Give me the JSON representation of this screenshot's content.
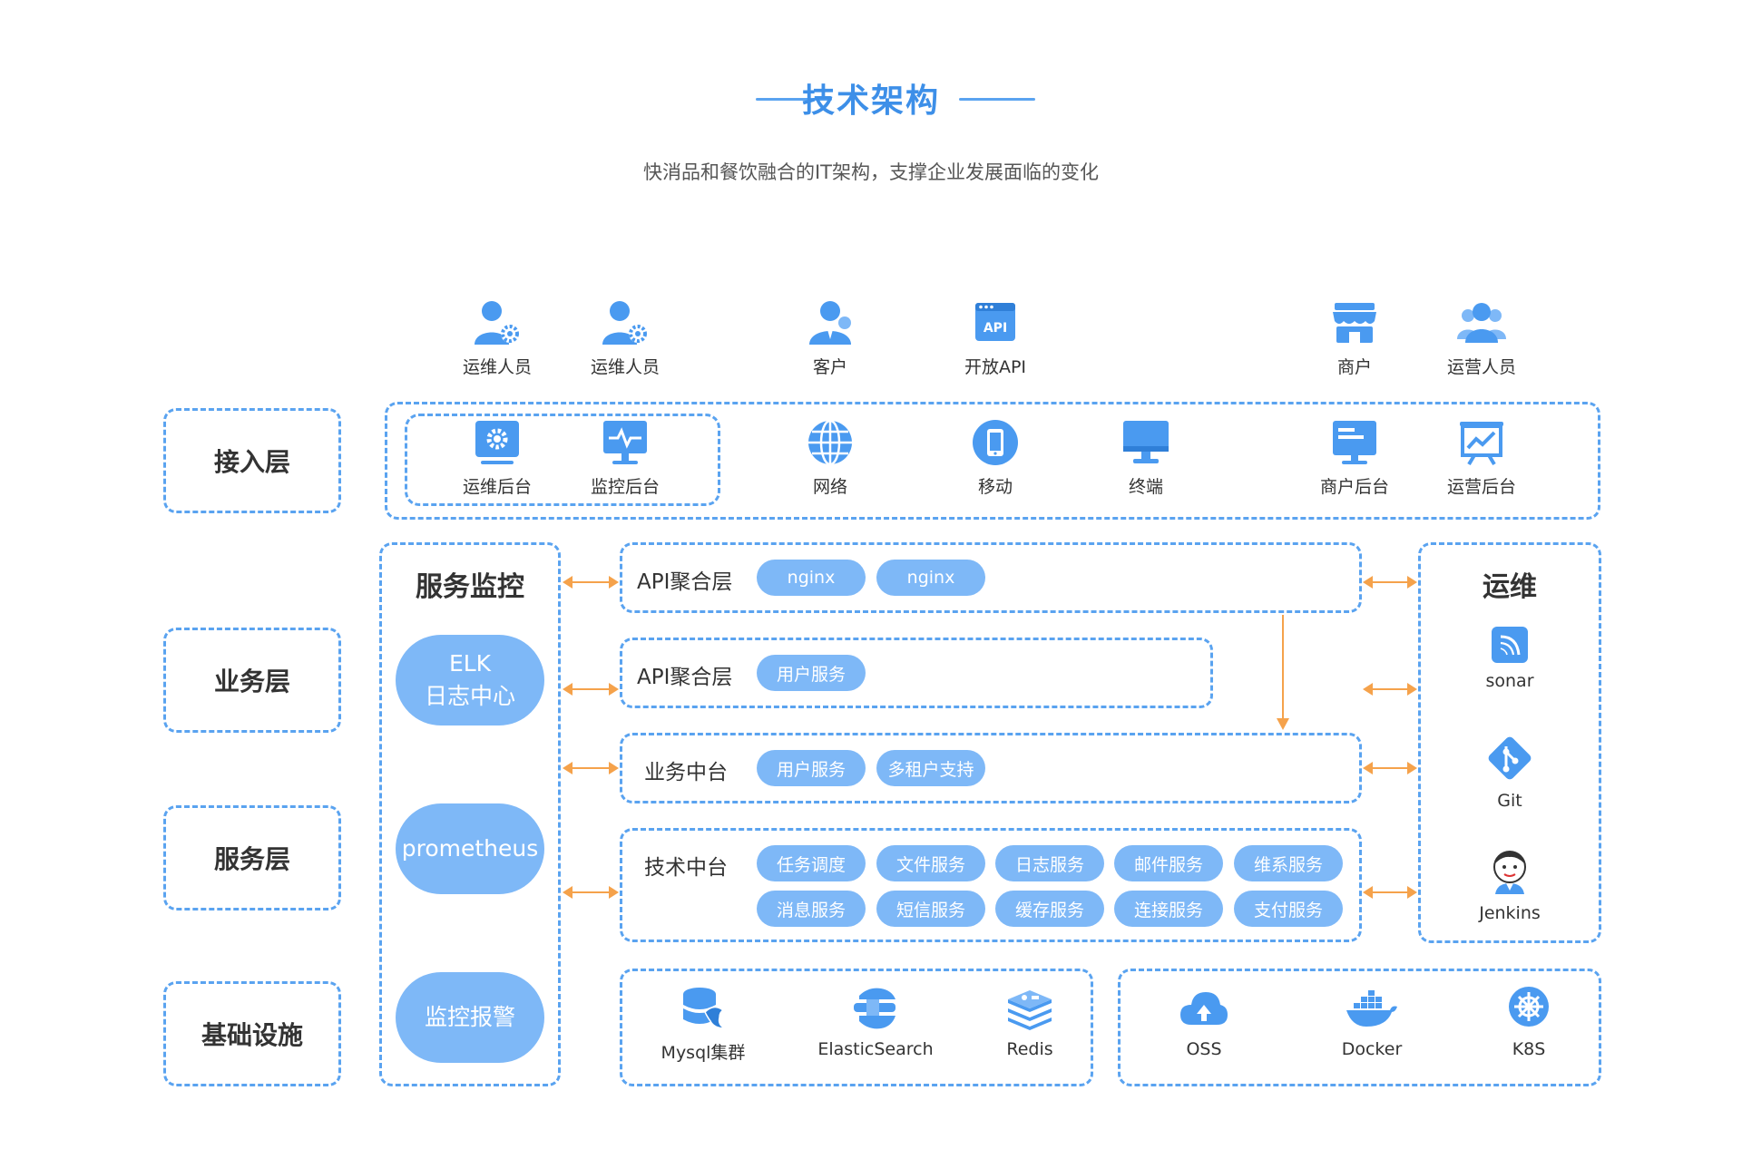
{
  "header": {
    "title": "技术架构",
    "subtitle": "快消品和餐饮融合的IT架构，支撑企业发展面临的变化"
  },
  "layers": {
    "access": "接入层",
    "business": "业务层",
    "service": "服务层",
    "infra": "基础设施"
  },
  "users": [
    {
      "label": "运维人员",
      "icon": "ops-user-icon"
    },
    {
      "label": "运维人员",
      "icon": "ops-user-icon"
    },
    {
      "label": "客户",
      "icon": "customer-icon"
    },
    {
      "label": "开放API",
      "icon": "api-icon"
    },
    {
      "label": "商户",
      "icon": "store-icon"
    },
    {
      "label": "运营人员",
      "icon": "group-icon"
    }
  ],
  "access_items": [
    {
      "label": "运维后台",
      "icon": "gear-screen-icon"
    },
    {
      "label": "监控后台",
      "icon": "monitor-pulse-icon"
    },
    {
      "label": "网络",
      "icon": "globe-icon"
    },
    {
      "label": "移动",
      "icon": "mobile-icon"
    },
    {
      "label": "终端",
      "icon": "desktop-icon"
    },
    {
      "label": "商户后台",
      "icon": "merchant-screen-icon"
    },
    {
      "label": "运营后台",
      "icon": "chart-board-icon"
    }
  ],
  "monitoring": {
    "title": "服务监控",
    "elk_line1": "ELK",
    "elk_line2": "日志中心",
    "prometheus": "prometheus",
    "alert": "监控报警"
  },
  "rows": {
    "api_gateway": {
      "title": "API聚合层",
      "pills": [
        "nginx",
        "nginx"
      ]
    },
    "api_service": {
      "title": "API聚合层",
      "pills": [
        "用户服务"
      ]
    },
    "biz_center": {
      "title": "业务中台",
      "pills": [
        "用户服务",
        "多租户支持"
      ]
    },
    "tech_center": {
      "title": "技术中台",
      "pills_row1": [
        "任务调度",
        "文件服务",
        "日志服务",
        "邮件服务",
        "维系服务"
      ],
      "pills_row2": [
        "消息服务",
        "短信服务",
        "缓存服务",
        "连接服务",
        "支付服务"
      ]
    }
  },
  "ops": {
    "title": "运维",
    "tools": [
      {
        "label": "sonar",
        "icon": "sonar-icon"
      },
      {
        "label": "Git",
        "icon": "git-icon"
      },
      {
        "label": "Jenkins",
        "icon": "jenkins-icon"
      }
    ]
  },
  "infra_left": [
    {
      "label": "Mysql集群",
      "icon": "database-icon"
    },
    {
      "label": "ElasticSearch",
      "icon": "elasticsearch-icon"
    },
    {
      "label": "Redis",
      "icon": "redis-icon"
    }
  ],
  "infra_right": [
    {
      "label": "OSS",
      "icon": "cloud-upload-icon"
    },
    {
      "label": "Docker",
      "icon": "docker-icon"
    },
    {
      "label": "K8S",
      "icon": "k8s-icon"
    }
  ],
  "colors": {
    "primary": "#3d8fe8",
    "border": "#5aa3f0",
    "pill": "#7eb8f7",
    "icon": "#4a9af0",
    "arrow": "#f5a24b"
  }
}
